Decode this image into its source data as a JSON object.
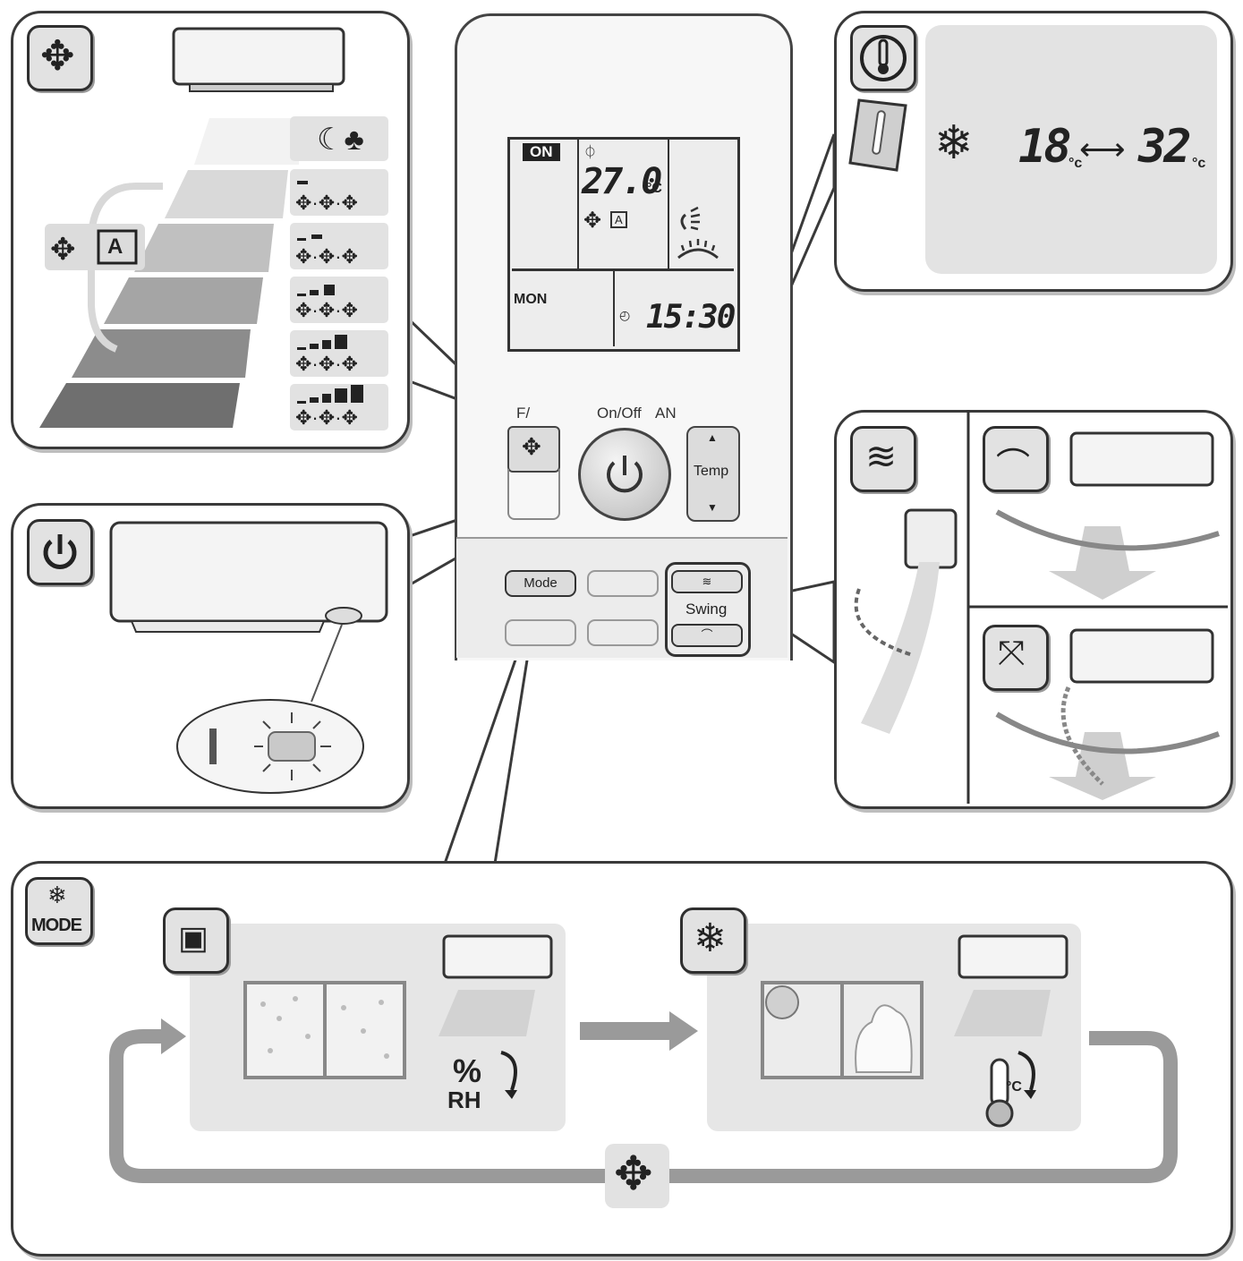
{
  "remote": {
    "lcd": {
      "on_badge": "ON",
      "set_temp": "27.0",
      "temp_unit": "°C",
      "fan_auto": "A",
      "day": "MON",
      "clock": "15:30"
    },
    "fan_label": "F/",
    "onoff_label": "On/Off",
    "an_label": "AN",
    "temp_button": "Temp",
    "temp_up": "▲",
    "temp_down": "▼",
    "mode_button": "Mode",
    "swing_label": "Swing"
  },
  "fan_panel": {
    "auto_badge": "A"
  },
  "temp_panel": {
    "range_min": "18",
    "range_max": "32",
    "unit": "°C",
    "range_min_unit": "°c",
    "range_max_unit": "°c"
  },
  "mode_panel": {
    "icon_label": "MODE",
    "dry_caption_top": "%",
    "dry_caption_bottom": "RH",
    "cool_unit": "°C"
  },
  "colors": {
    "outline": "#3a3a3a",
    "panel_gray": "#e6e6e6",
    "lcd_bg": "#ededed",
    "arrow_gray": "#9a9a9a"
  }
}
